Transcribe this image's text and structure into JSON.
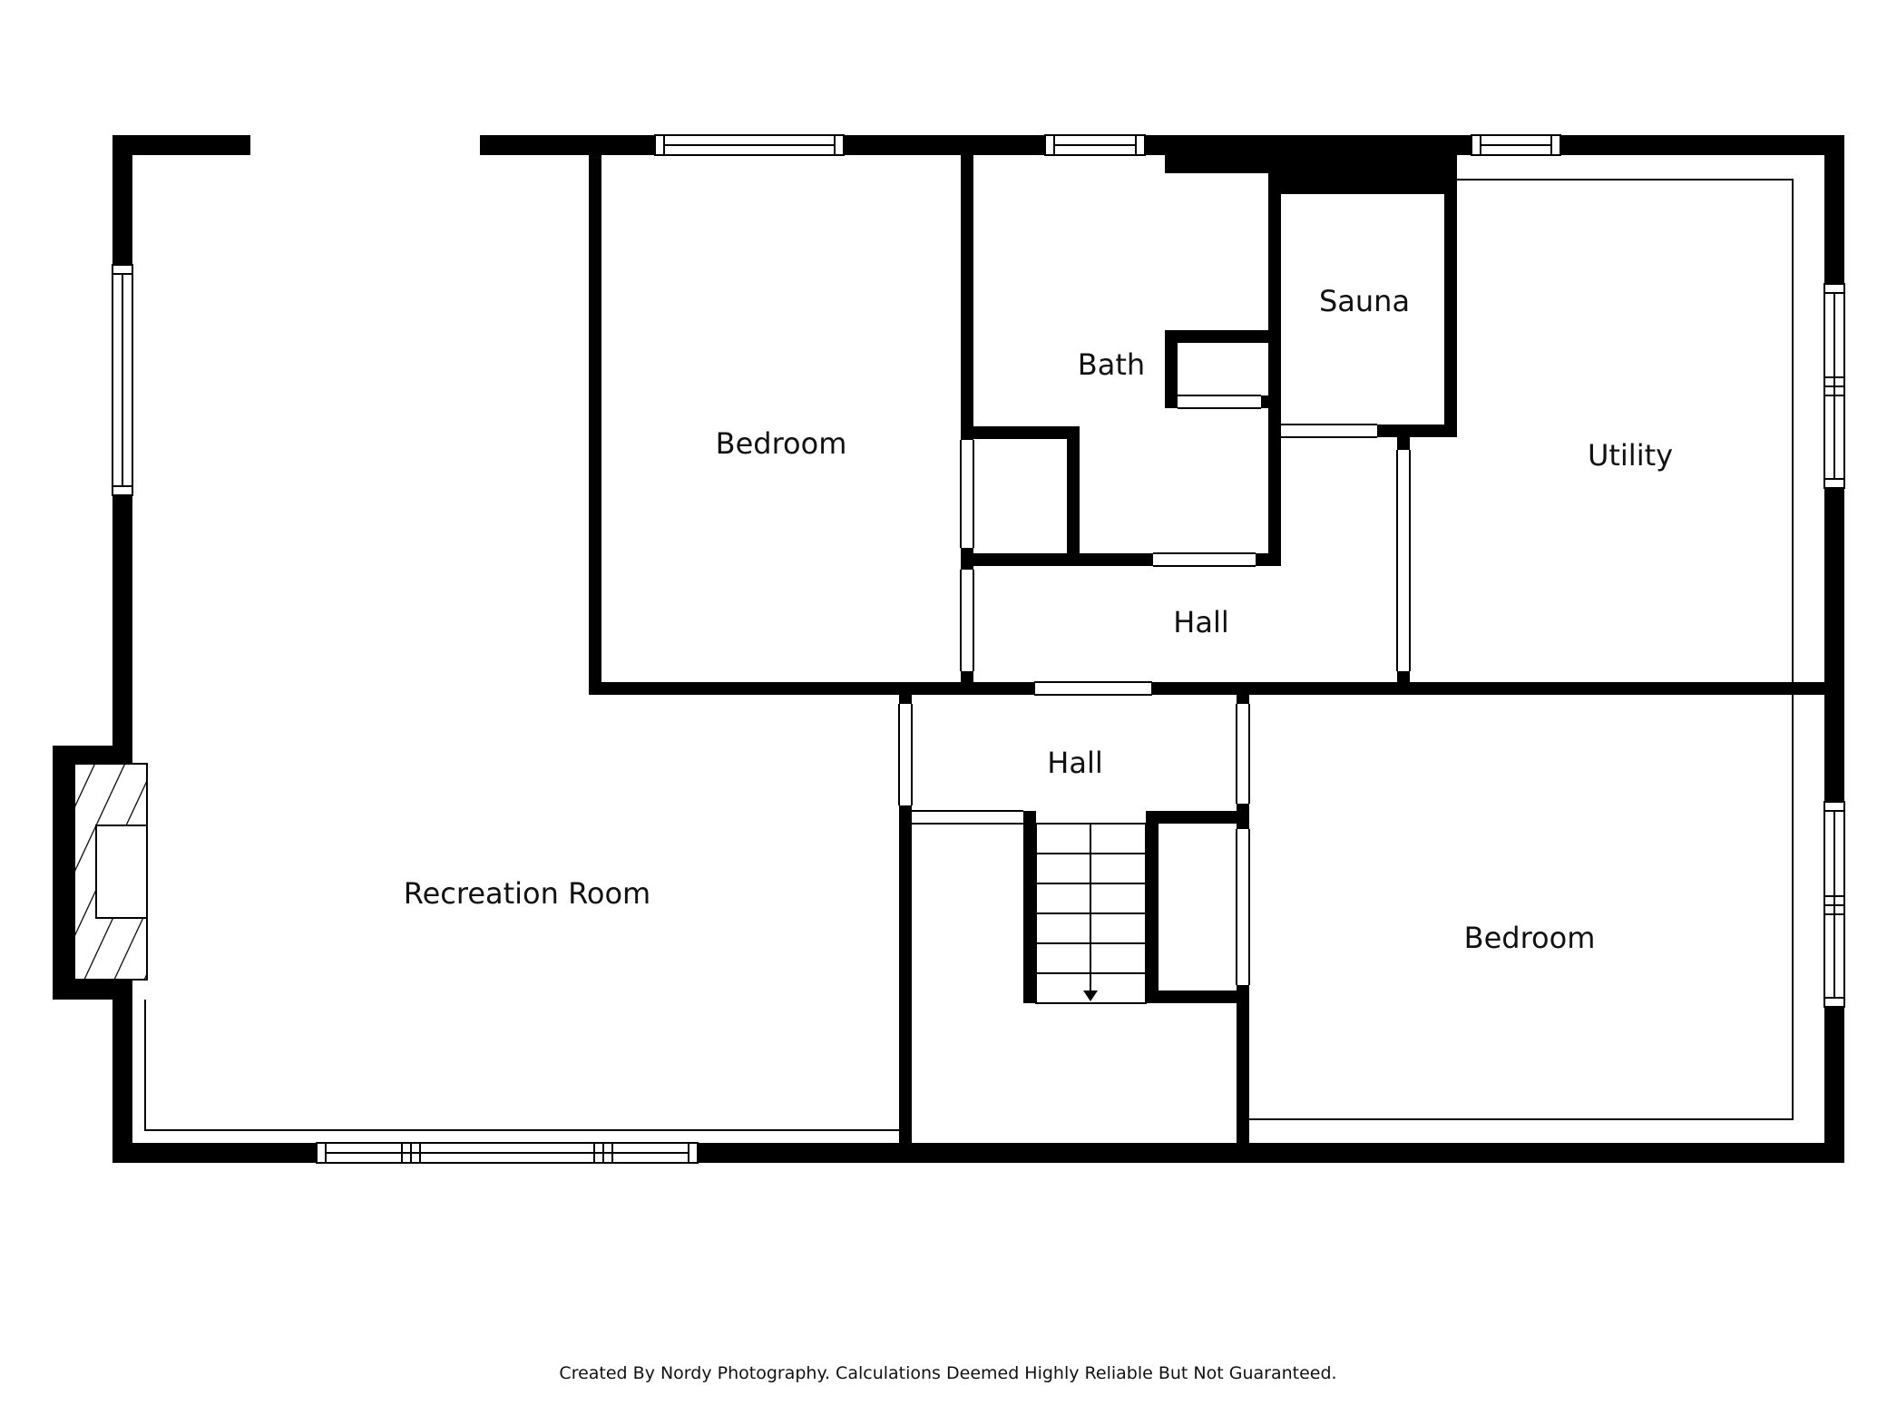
{
  "rooms": {
    "recreation_room": "Recreation Room",
    "bedroom_upper": "Bedroom",
    "bath": "Bath",
    "sauna": "Sauna",
    "utility": "Utility",
    "hall_upper": "Hall",
    "hall_lower": "Hall",
    "bedroom_lower": "Bedroom"
  },
  "footer": {
    "credit": "Created By Nordy Photography. Calculations Deemed Highly Reliable But Not Guaranteed."
  },
  "colors": {
    "wall": "#000000",
    "background": "#ffffff",
    "text": "#111111"
  }
}
